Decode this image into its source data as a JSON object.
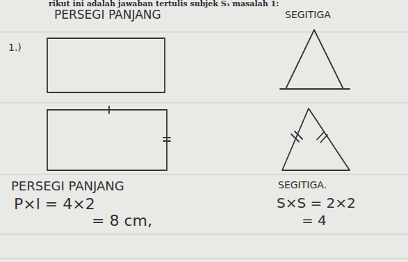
{
  "diagram": {
    "labels": [
      "rikut ini adalah jawaban tertulis subjek S₃ masalah 1:",
      "PERSEGI PANJANG",
      "SEGITIGA",
      "1.)",
      "PERSEGI PANJANG",
      "P×l = 4×2",
      "= 8 cm,",
      "SEGITIGA.",
      "S×S = 2×2",
      "= 4"
    ]
  }
}
